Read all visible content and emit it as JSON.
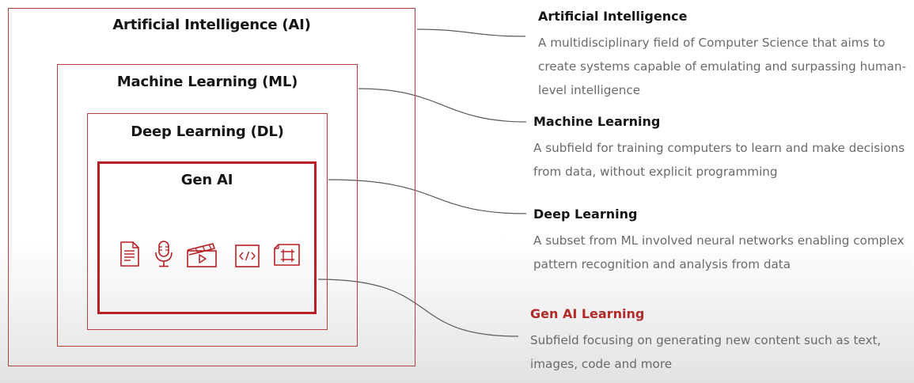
{
  "diagram": {
    "boxes": [
      {
        "id": "ai",
        "label": "Artificial Intelligence (AI)"
      },
      {
        "id": "ml",
        "label": "Machine Learning (ML)"
      },
      {
        "id": "dl",
        "label": "Deep Learning (DL)"
      },
      {
        "id": "gen",
        "label": "Gen AI"
      }
    ],
    "icons": [
      "document-icon",
      "microphone-icon",
      "video-clapper-icon",
      "code-icon",
      "image-crop-icon"
    ]
  },
  "definitions": [
    {
      "title": "Artificial Intelligence",
      "text": "A multidisciplinary field of Computer Science that aims to create systems capable of emulating and surpassing human-level intelligence"
    },
    {
      "title": "Machine Learning",
      "text": "A subfield for training computers to learn and make decisions from data, without explicit programming"
    },
    {
      "title": "Deep Learning",
      "text": "A subset from ML involved neural networks enabling complex pattern recognition and analysis from data"
    },
    {
      "title": "Gen AI Learning",
      "text": "Subfield focusing on generating new content such as text, images, code and more"
    }
  ],
  "colors": {
    "border": "#b3423c",
    "genai_border": "#b81f24",
    "accent_title": "#b02a2a",
    "body_text": "#6a6a6a",
    "connector": "#5a5a5a"
  }
}
